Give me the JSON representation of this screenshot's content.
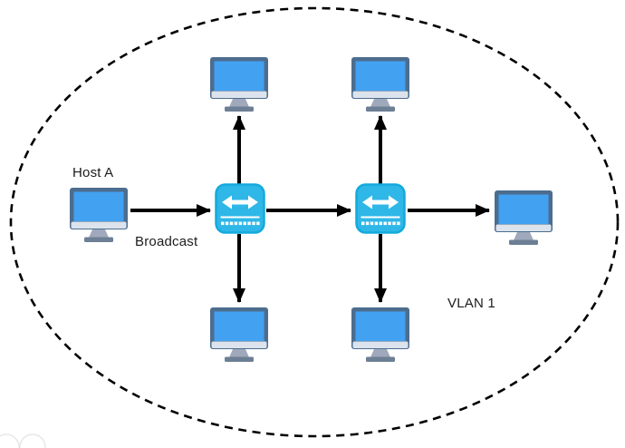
{
  "labels": {
    "host_a": "Host A",
    "broadcast": "Broadcast",
    "vlan": "VLAN 1"
  },
  "icons": {
    "monitor": "desktop-monitor-icon",
    "switch": "network-switch-icon",
    "boundary": "dashed-ellipse-broadcast-domain",
    "link": "black-arrow-connector",
    "corner_marks": "faint-circle-watermarks"
  },
  "colors": {
    "background": "#ffffff",
    "monitor_frame": "#4d6d8f",
    "monitor_screen": "#42a1f0",
    "monitor_chin": "#dce3ec",
    "monitor_stand": "#9fa9bb",
    "monitor_base": "#6d7f95",
    "switch_body": "#2fb7e8",
    "switch_border": "#14aadc",
    "arrow": "#000000",
    "boundary": "#000000",
    "label_text": "#1c1c1c"
  },
  "topology": {
    "devices": [
      {
        "id": "host-a",
        "type": "monitor",
        "label": "Host A"
      },
      {
        "id": "switch-1",
        "type": "switch"
      },
      {
        "id": "switch-2",
        "type": "switch"
      },
      {
        "id": "pc-top-left",
        "type": "monitor"
      },
      {
        "id": "pc-top-right",
        "type": "monitor"
      },
      {
        "id": "pc-bottom-left",
        "type": "monitor"
      },
      {
        "id": "pc-bottom-right",
        "type": "monitor"
      },
      {
        "id": "pc-right",
        "type": "monitor"
      }
    ],
    "links": [
      {
        "from": "host-a",
        "to": "switch-1",
        "label": "Broadcast"
      },
      {
        "from": "switch-1",
        "to": "pc-top-left"
      },
      {
        "from": "switch-1",
        "to": "pc-bottom-left"
      },
      {
        "from": "switch-1",
        "to": "switch-2"
      },
      {
        "from": "switch-2",
        "to": "pc-top-right"
      },
      {
        "from": "switch-2",
        "to": "pc-bottom-right"
      },
      {
        "from": "switch-2",
        "to": "pc-right"
      }
    ],
    "domain_label": "VLAN 1"
  }
}
